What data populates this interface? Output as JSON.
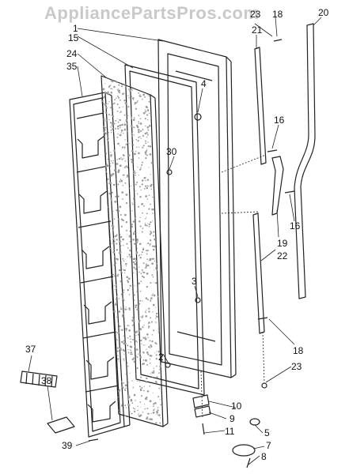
{
  "watermark": "AppliancePartsPros.com",
  "callouts": {
    "c1": "1",
    "c15": "15",
    "c24": "24",
    "c35": "35",
    "c4": "4",
    "c30": "30",
    "c23a": "23",
    "c21": "21",
    "c18a": "18",
    "c20": "20",
    "c16a": "16",
    "c16b": "16",
    "c19": "19",
    "c22": "22",
    "c3": "3",
    "c2": "2",
    "c18b": "18",
    "c23b": "23",
    "c37": "37",
    "c38": "38",
    "c10": "10",
    "c9": "9",
    "c11": "11",
    "c5": "5",
    "c7": "7",
    "c8": "8",
    "c39": "39"
  },
  "colors": {
    "line": "#222222",
    "foam": "#9a9a9a",
    "watermark": "#c9c9c9"
  }
}
